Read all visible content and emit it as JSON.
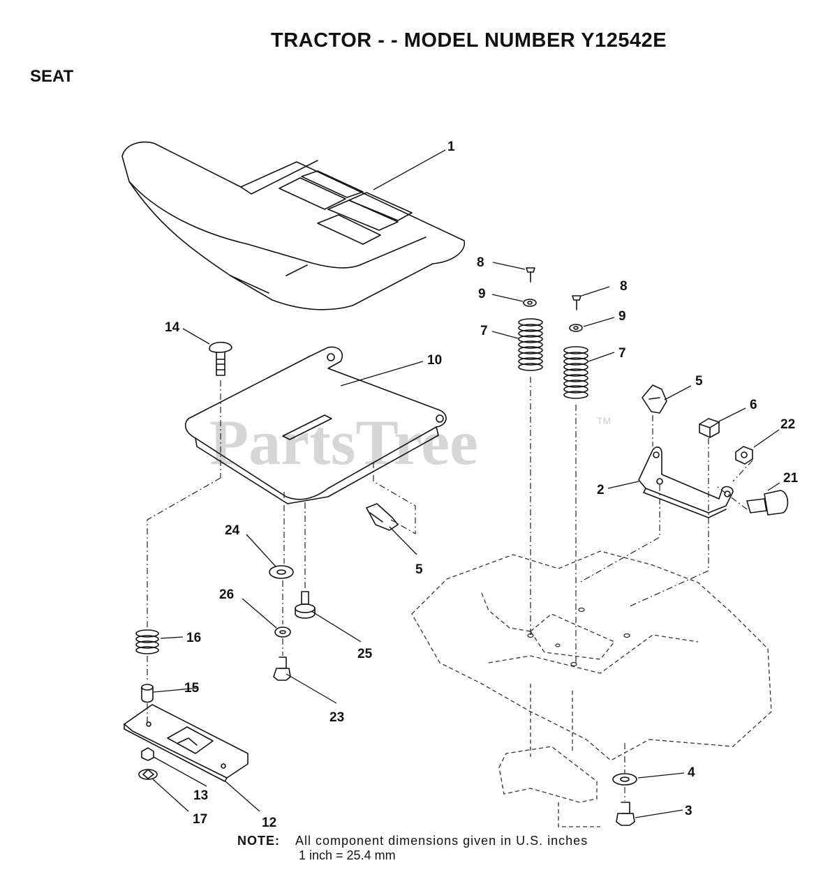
{
  "title": "TRACTOR - - MODEL NUMBER Y12542E",
  "section": "SEAT",
  "watermark": "PartsTree",
  "watermark_tm": "TM",
  "note": {
    "label": "NOTE:",
    "line1": "All component dimensions given in U.S. inches",
    "line2": "1 inch = 25.4 mm"
  },
  "callouts": {
    "c1": "1",
    "c2": "2",
    "c3": "3",
    "c4": "4",
    "c5a": "5",
    "c5b": "5",
    "c6": "6",
    "c7a": "7",
    "c7b": "7",
    "c8a": "8",
    "c8b": "8",
    "c9a": "9",
    "c9b": "9",
    "c10": "10",
    "c12": "12",
    "c13": "13",
    "c14": "14",
    "c15": "15",
    "c16": "16",
    "c17": "17",
    "c21": "21",
    "c22": "22",
    "c23": "23",
    "c24": "24",
    "c25": "25",
    "c26": "26"
  }
}
